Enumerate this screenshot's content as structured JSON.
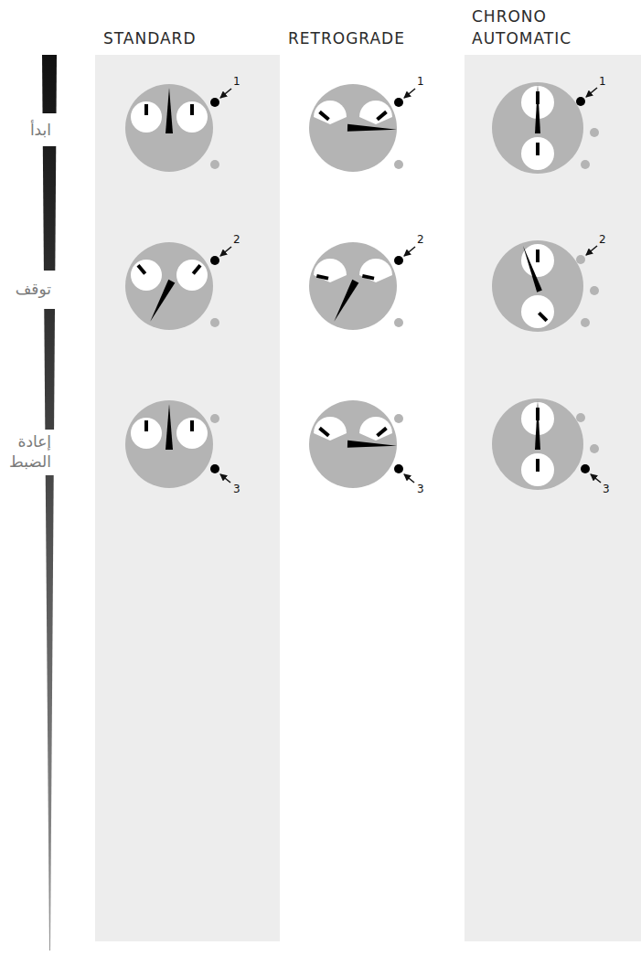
{
  "diagram": {
    "nodes": [
      {
        "text": [
          "STANDARD"
        ]
      },
      {
        "text": [
          "RETROGRADE"
        ]
      },
      {
        "text": [
          "CHRONO AUTOMATIC"
        ]
      }
    ],
    "labels": [
      "ابدأ",
      "توقف",
      "إعادة الضبط",
      "1",
      "1",
      "1",
      "2",
      "2",
      "2",
      "3",
      "3",
      "3"
    ]
  }
}
